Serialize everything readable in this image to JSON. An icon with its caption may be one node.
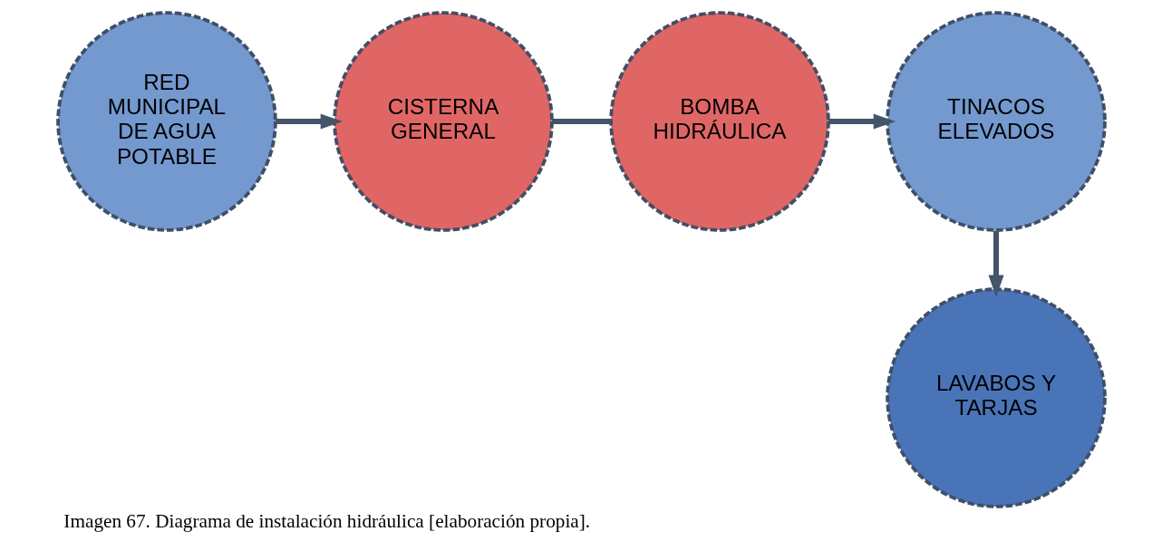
{
  "diagram": {
    "caption": "Imagen 67. Diagrama de instalación hidráulica [elaboración propia].",
    "nodes": [
      {
        "text": [
          "RED MUNICIPAL DE AGUA POTABLE"
        ]
      },
      {
        "text": [
          "CISTERNA GENERAL"
        ]
      },
      {
        "text": [
          "BOMBA HIDRÁULICA"
        ]
      },
      {
        "text": [
          "TINACOS ELEVADOS"
        ]
      },
      {
        "text": [
          "LAVABOS Y TARJAS"
        ]
      }
    ],
    "edges": [
      {
        "from": 0,
        "to": 1,
        "arrow": "to"
      },
      {
        "from": 1,
        "to": 2,
        "arrow": "none"
      },
      {
        "from": 2,
        "to": 3,
        "arrow": "to"
      },
      {
        "from": 3,
        "to": 4,
        "arrow": "to"
      }
    ]
  }
}
